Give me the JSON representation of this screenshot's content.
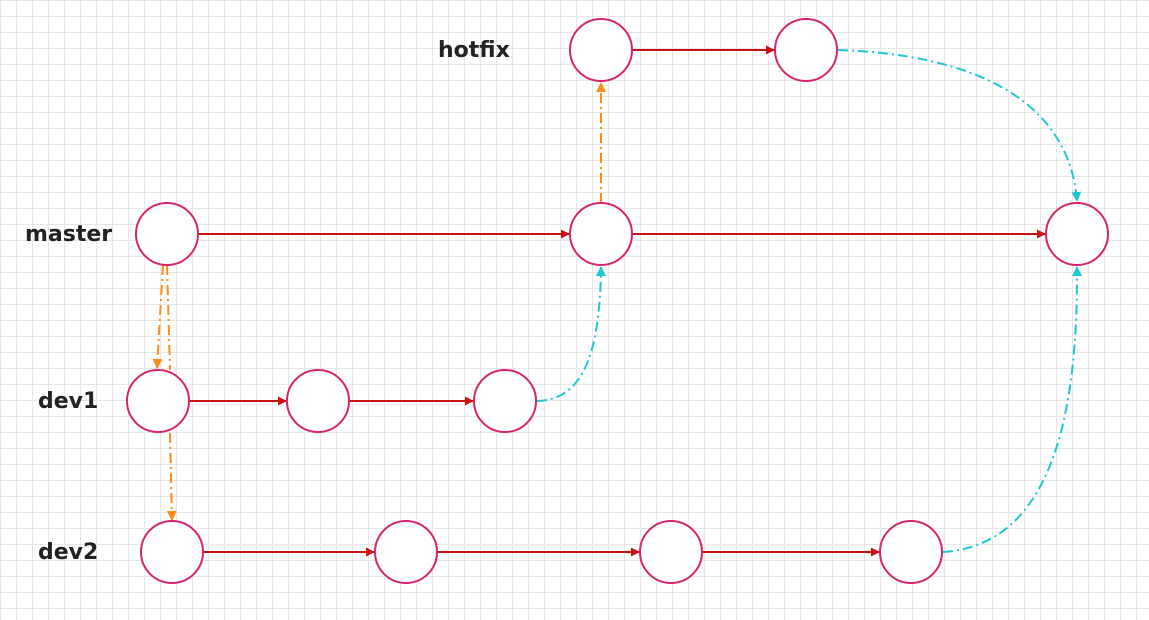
{
  "branches": {
    "hotfix": "hotfix",
    "master": "master",
    "dev1": "dev1",
    "dev2": "dev2"
  },
  "colors": {
    "node_stroke": "#d6246e",
    "commit_arrow": "#cc1111",
    "branch_arrow": "#ff8c1a",
    "merge_arrow": "#1ec8d2",
    "grid": "#e6e6e6"
  }
}
